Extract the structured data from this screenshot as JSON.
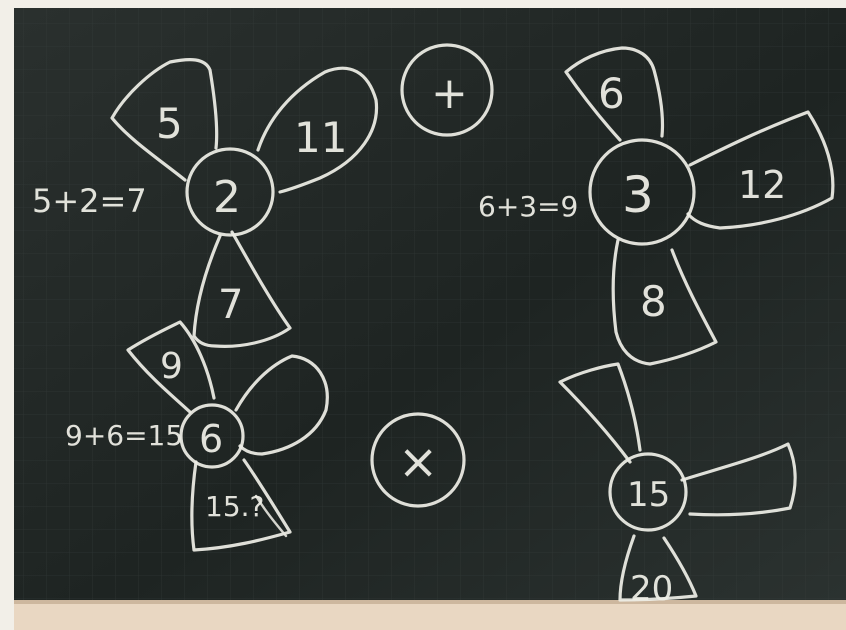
{
  "board": {
    "top_left_problem": {
      "operation": "+",
      "center": "2",
      "blades": [
        "5",
        "11",
        "7"
      ],
      "equation": "5+2=7"
    },
    "top_right_problem": {
      "center": "3",
      "blades": [
        "6",
        "12",
        "8"
      ],
      "equation": "6+3=9"
    },
    "bottom_left_problem": {
      "operation": "×",
      "center": "6",
      "blades": [
        "9",
        "",
        "15.?"
      ],
      "equation": "9+6=15"
    },
    "bottom_right_problem": {
      "center": "15",
      "blades": [
        "",
        "",
        "20"
      ]
    }
  },
  "colors": {
    "board": "#1f2523",
    "chalk": "#eeeee6",
    "ledge": "#e9d7c2",
    "frame": "#f2efe8"
  }
}
